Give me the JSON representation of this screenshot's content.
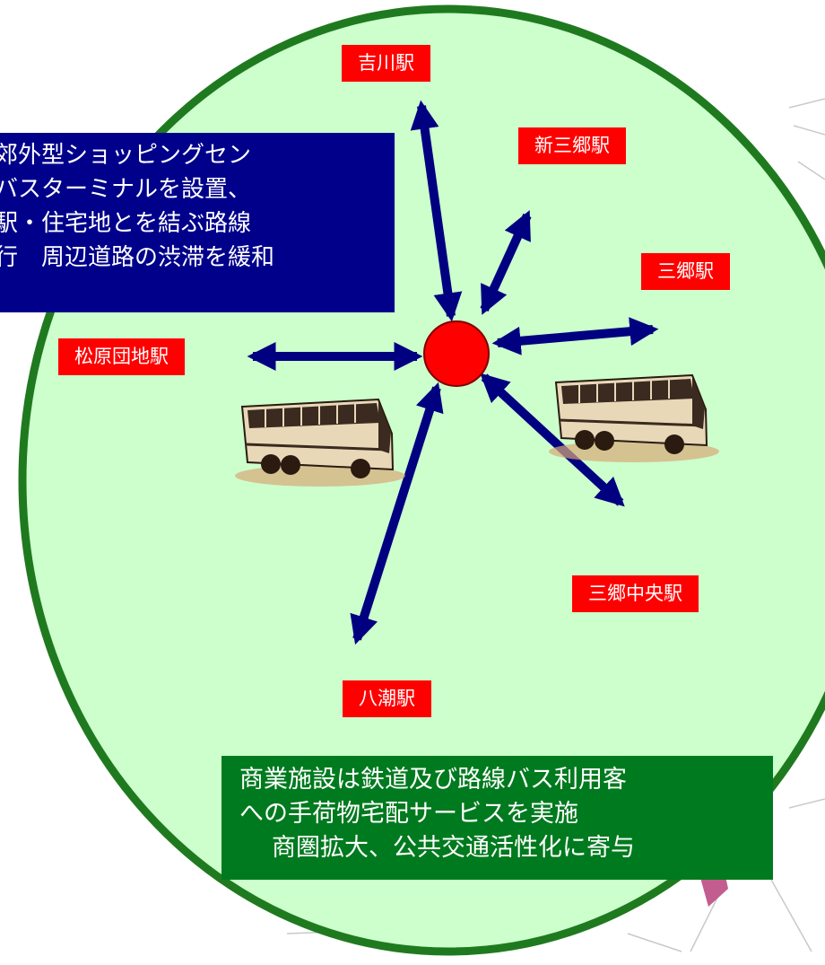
{
  "stations": {
    "yoshikawa": "吉川駅",
    "shin_misato": "新三郷駅",
    "misato": "三郷駅",
    "matsubara_danchi": "松原団地駅",
    "misato_chuo": "三郷中央駅",
    "yashio": "八潮駅"
  },
  "info_box": {
    "lines": [
      "郊外型ショッピングセン",
      "バスターミナルを設置、",
      "駅・住宅地とを結ぶ路線",
      "行　周辺道路の渋滞を緩和"
    ]
  },
  "commerce_box": {
    "lines": [
      "商業施設は鉄道及び路線バス利用客",
      "への手荷物宅配サービスを実施",
      "商圏拡大、公共交通活性化に寄与"
    ]
  },
  "colors": {
    "circle_fill": "#ccffcc",
    "circle_stroke": "#1f7a1f",
    "arrow": "#000080",
    "hub": "#ff0000",
    "station_bg": "#ff0000",
    "info_bg": "#00008b",
    "commerce_bg": "#007a1e"
  }
}
